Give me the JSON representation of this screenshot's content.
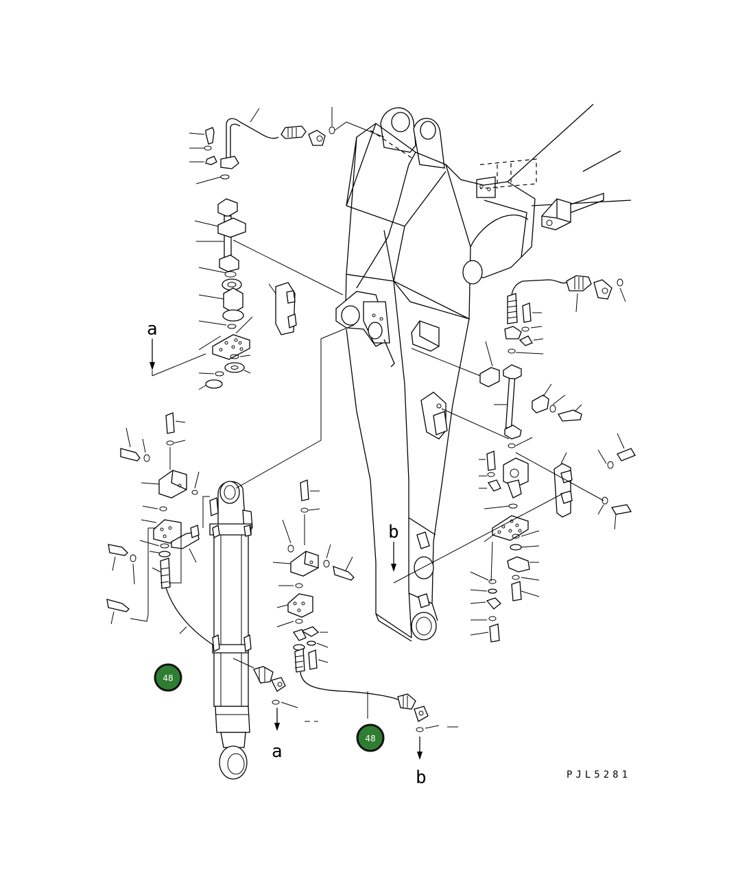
{
  "diagram": {
    "drawing_code": "PJL5281",
    "arrow_labels": {
      "a_top": "a",
      "a_bottom": "a",
      "b_top": "b",
      "b_bottom": "b"
    },
    "callouts": [
      {
        "id": "callout-48-left",
        "label": "48",
        "color": "#2e7d32"
      },
      {
        "id": "callout-48-right",
        "label": "48",
        "color": "#2e7d32"
      }
    ]
  }
}
